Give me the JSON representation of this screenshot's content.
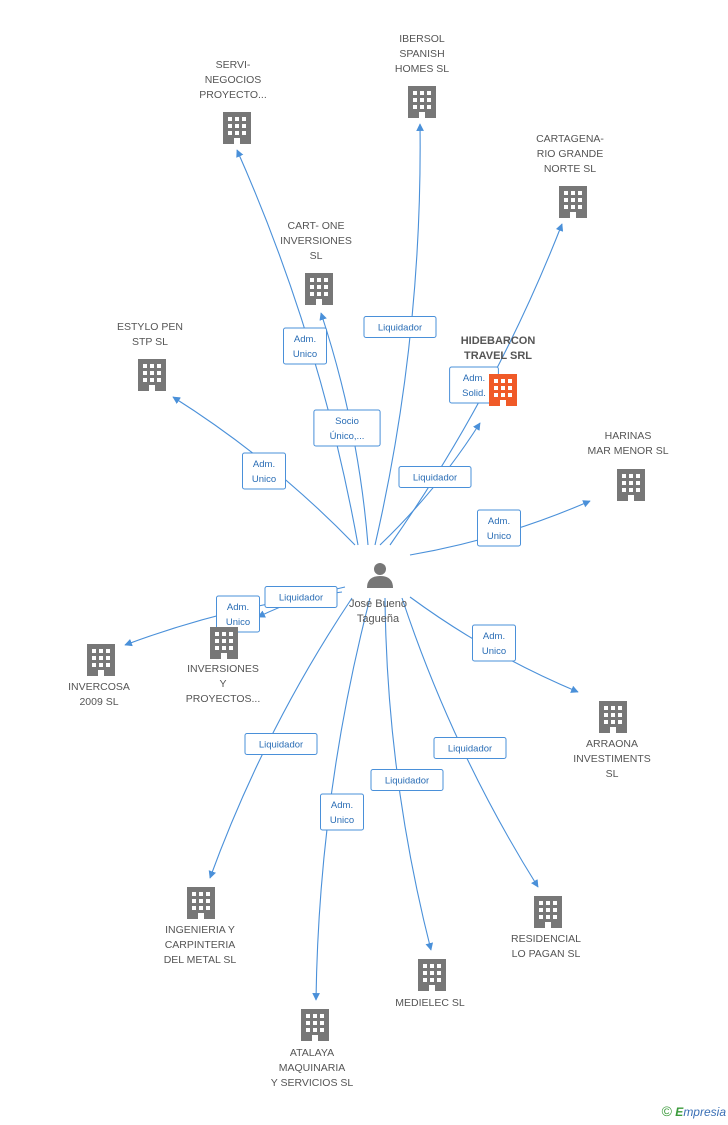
{
  "colors": {
    "edge": "#4a90d9",
    "building": "#777777",
    "highlight": "#f05a28"
  },
  "person": {
    "name_lines": [
      "Jose Bueno",
      "Tagueña"
    ],
    "icon": "person-icon"
  },
  "nodes": [
    {
      "id": "servi",
      "lines": [
        "SERVI-",
        "NEGOCIOS",
        "PROYECTO..."
      ]
    },
    {
      "id": "ibersol",
      "lines": [
        "IBERSOL",
        "SPANISH",
        "HOMES SL"
      ]
    },
    {
      "id": "cartagena",
      "lines": [
        "CARTAGENA-",
        "RIO GRANDE",
        "NORTE SL"
      ]
    },
    {
      "id": "cartone",
      "lines": [
        "CART- ONE",
        "INVERSIONES",
        "SL"
      ]
    },
    {
      "id": "hidebarcon",
      "lines": [
        "HIDEBARCON",
        "TRAVEL SRL"
      ],
      "highlight": true
    },
    {
      "id": "estylo",
      "lines": [
        "ESTYLO PEN",
        "STP  SL"
      ]
    },
    {
      "id": "harinas",
      "lines": [
        "HARINAS",
        "MAR MENOR  SL"
      ]
    },
    {
      "id": "inversiones",
      "lines": [
        "INVERSIONES",
        "Y",
        "PROYECTOS..."
      ]
    },
    {
      "id": "invercosa",
      "lines": [
        "INVERCOSA",
        "2009 SL"
      ]
    },
    {
      "id": "arraona",
      "lines": [
        "ARRAONA",
        "INVESTIMENTS",
        "SL"
      ]
    },
    {
      "id": "ingenieria",
      "lines": [
        "INGENIERIA Y",
        "CARPINTERIA",
        "DEL METAL SL"
      ]
    },
    {
      "id": "residencial",
      "lines": [
        "RESIDENCIAL",
        "LO PAGAN SL"
      ]
    },
    {
      "id": "medielec",
      "lines": [
        "MEDIELEC SL"
      ]
    },
    {
      "id": "atalaya",
      "lines": [
        "ATALAYA",
        "MAQUINARIA",
        "Y SERVICIOS SL"
      ]
    }
  ],
  "edges": [
    {
      "to": "servi",
      "label_lines": [
        "Adm.",
        "Unico"
      ]
    },
    {
      "to": "ibersol",
      "label_lines": [
        "Liquidador"
      ]
    },
    {
      "to": "cartagena",
      "label_lines": [
        "Liquidador"
      ]
    },
    {
      "to": "cartone",
      "label_lines": [
        "Socio",
        "Único,..."
      ]
    },
    {
      "to": "hidebarcon",
      "label_lines": [
        "Adm.",
        "Solid."
      ]
    },
    {
      "to": "estylo",
      "label_lines": [
        "Adm.",
        "Unico"
      ]
    },
    {
      "to": "harinas",
      "label_lines": [
        "Adm.",
        "Unico"
      ]
    },
    {
      "to": "inversiones",
      "label_lines": [
        "Liquidador"
      ]
    },
    {
      "to": "invercosa",
      "label_lines": [
        "Adm.",
        "Unico"
      ]
    },
    {
      "to": "arraona",
      "label_lines": [
        "Adm.",
        "Unico"
      ]
    },
    {
      "to": "ingenieria",
      "label_lines": [
        "Liquidador"
      ]
    },
    {
      "to": "residencial",
      "label_lines": [
        "Liquidador"
      ]
    },
    {
      "to": "medielec",
      "label_lines": [
        "Liquidador"
      ]
    },
    {
      "to": "atalaya",
      "label_lines": [
        "Adm.",
        "Unico"
      ]
    }
  ],
  "footer": {
    "copyright": "©",
    "brand_initial": "E",
    "brand_rest": "mpresia"
  }
}
